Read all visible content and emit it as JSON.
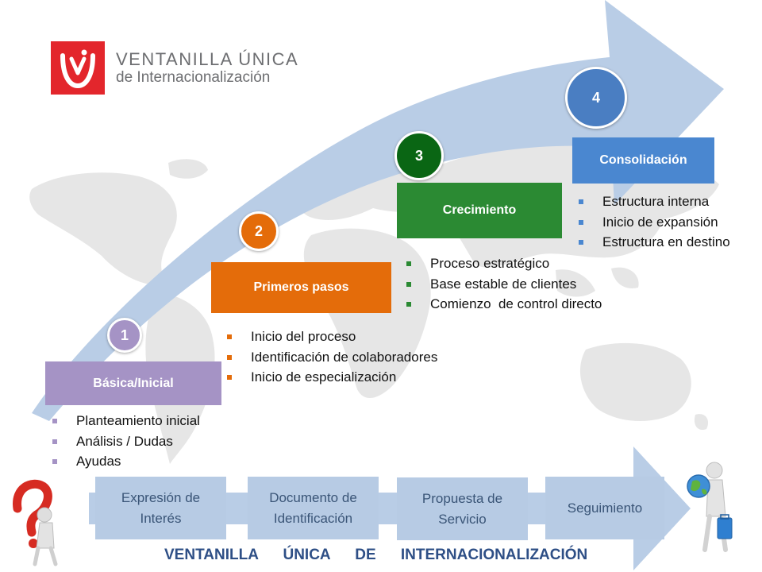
{
  "brand": {
    "line1": "VENTANILLA ÚNICA",
    "line2": "de Internacionalización",
    "logo_color": "#e3262c"
  },
  "stages": [
    {
      "number": "1",
      "title": "Básica/Inicial",
      "color": "#a593c5",
      "bullets": [
        "Planteamiento inicial",
        "Análisis / Dudas",
        "Ayudas"
      ]
    },
    {
      "number": "2",
      "title": "Primeros pasos",
      "color": "#e46c0a",
      "bullets": [
        "Inicio del proceso",
        "Identificación de colaboradores",
        "Inicio de especialización"
      ]
    },
    {
      "number": "3",
      "title": "Crecimiento",
      "color": "#2b8a33",
      "bullets": [
        "Proceso estratégico",
        "Base estable de clientes",
        "Comienzo  de control directo"
      ]
    },
    {
      "number": "4",
      "title": "Consolidación",
      "color": "#4a87d0",
      "bullets": [
        "Estructura interna",
        "Inicio de expansión",
        "Estructura en destino"
      ]
    }
  ],
  "process": [
    {
      "line1": "Expresión de",
      "line2": "Interés"
    },
    {
      "line1": "Documento de",
      "line2": "Identificación"
    },
    {
      "line1": "Propuesta de",
      "line2": "Servicio"
    },
    {
      "line1": "Seguimiento",
      "line2": ""
    }
  ],
  "footer": "VENTANILLA ÚNICA DE INTERNACIONALIZACIÓN",
  "icons": [
    "question-mark-figure-icon",
    "globe-figure-icon",
    "world-map-icon",
    "growth-arrow-icon"
  ]
}
